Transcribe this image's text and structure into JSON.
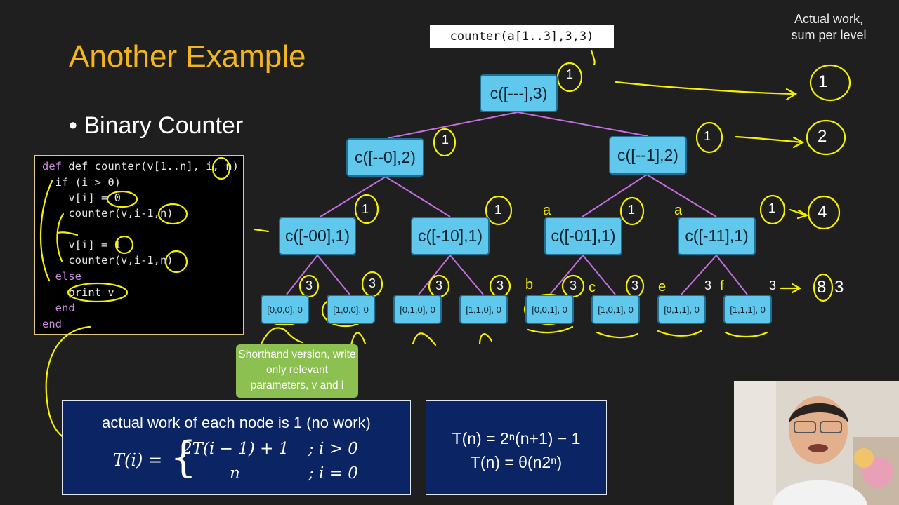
{
  "slide": {
    "title": "Another Example",
    "bullet": "Binary Counter"
  },
  "code": {
    "lines": [
      "def counter(v[1..n], i, n)",
      "  if (i > 0)",
      "    v[i] = 0",
      "    counter(v,i-1,n)",
      "",
      "    v[i] = 1",
      "    counter(v,i-1,n)",
      "  else",
      "    print v",
      "  end",
      "end"
    ]
  },
  "tree": {
    "root_call": "counter(a[1..3],3,3)",
    "root": "c([---],3)",
    "level1": [
      "c([--0],2)",
      "c([--1],2)"
    ],
    "level2": [
      "c([-00],1)",
      "c([-10],1)",
      "c([-01],1)",
      "c([-11],1)"
    ],
    "leaves": [
      "[0,0,0], 0",
      "[1,0,0], 0",
      "[0,1,0], 0",
      "[1,1,0], 0",
      "[0,0,1], 0",
      "[1,0,1], 0",
      "[0,1,1], 0",
      "[1,1,1], 0"
    ],
    "node_costs": {
      "root": "1",
      "level1": [
        "1",
        "1"
      ],
      "level2": [
        "1",
        "1",
        "1",
        "1"
      ],
      "leaves": [
        "3",
        "3",
        "3",
        "3",
        "3",
        "3",
        "3",
        "3"
      ]
    },
    "level_sum_heading": "Actual work,\nsum per level",
    "level_sums": [
      "1",
      "2",
      "4",
      "8"
    ],
    "level_sum_leaf_extra": "3",
    "colors": {
      "node_fill": "#5fc8ec",
      "node_border": "#1d6f93",
      "edge": "#c46fe0",
      "annotation": "#f4f000"
    }
  },
  "callout": {
    "text": "Shorthand version, write only relevant parameters, v and i"
  },
  "recurrence_panel": {
    "note": "actual work of each node is 1 (no work)",
    "lhs": "T(i) =",
    "case1": "2T(i − 1) + 1",
    "cond1": "; i > 0",
    "case2": "n",
    "cond2": "; i = 0"
  },
  "solution_panel": {
    "line1": "T(n) = 2ⁿ(n+1) − 1",
    "line2": "T(n) = θ(n2ⁿ)"
  },
  "handwriting": {
    "labels": [
      "a",
      "a",
      "b",
      "c",
      "e",
      "f"
    ]
  }
}
